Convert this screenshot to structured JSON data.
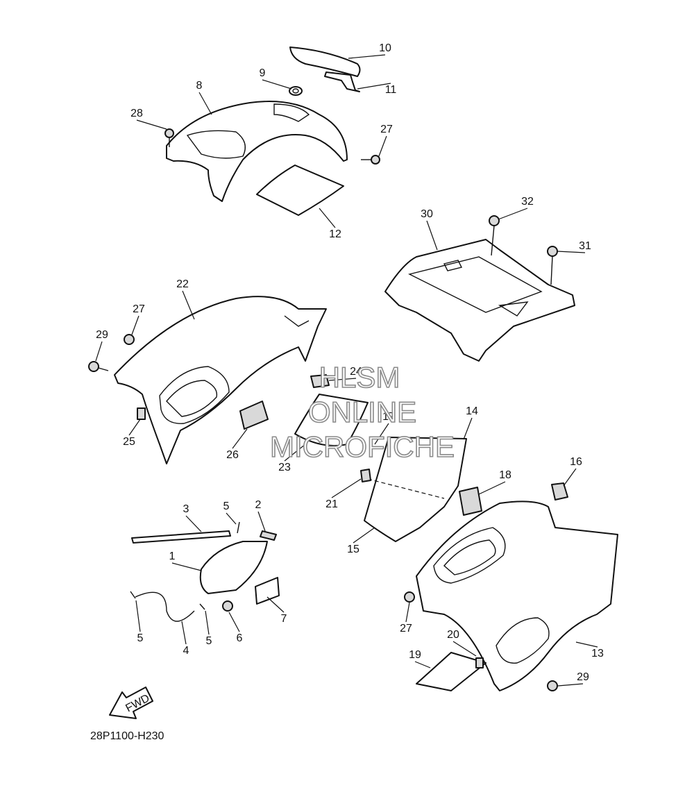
{
  "diagram": {
    "code": "28P1100-H230",
    "fwd_label": "FWD",
    "watermark": [
      "HLSM",
      "ONLINE",
      "MICROFICHE"
    ],
    "callouts": [
      "10",
      "11",
      "9",
      "8",
      "28",
      "27",
      "12",
      "32",
      "30",
      "31",
      "22",
      "27",
      "29",
      "24",
      "25",
      "26",
      "23",
      "17",
      "14",
      "21",
      "18",
      "16",
      "15",
      "3",
      "5",
      "2",
      "1",
      "7",
      "5",
      "4",
      "5",
      "6",
      "27",
      "20",
      "13",
      "19",
      "29"
    ]
  }
}
